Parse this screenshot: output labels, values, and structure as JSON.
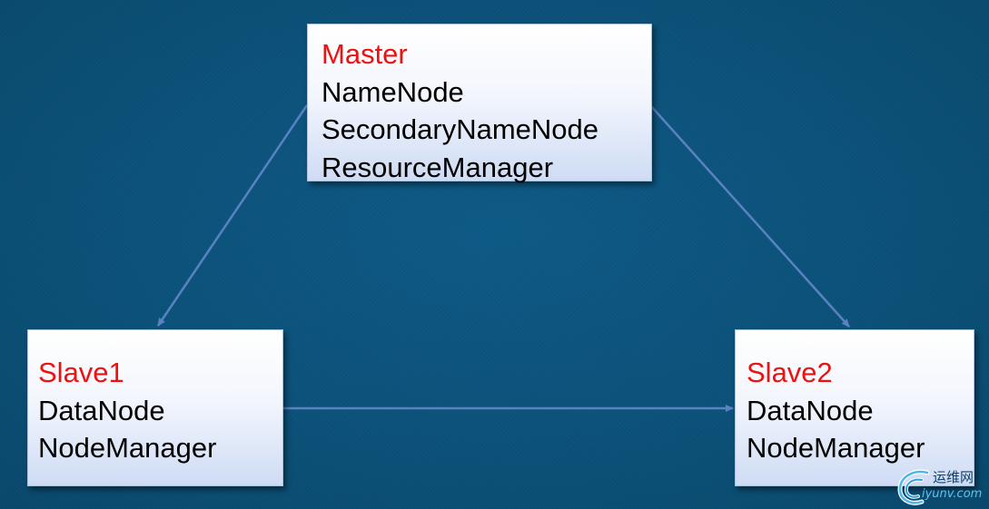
{
  "diagram": {
    "nodes": [
      {
        "id": "master",
        "title": "Master",
        "lines": [
          "NameNode",
          "SecondaryNameNode",
          "ResourceManager"
        ]
      },
      {
        "id": "slave1",
        "title": "Slave1",
        "lines": [
          "DataNode",
          "NodeManager"
        ]
      },
      {
        "id": "slave2",
        "title": "Slave2",
        "lines": [
          "DataNode",
          "NodeManager"
        ]
      }
    ],
    "edges": [
      {
        "from": "master",
        "to": "slave1"
      },
      {
        "from": "master",
        "to": "slave2"
      },
      {
        "from": "slave1",
        "to": "slave2"
      }
    ]
  },
  "watermark": {
    "brand_cn": "运维网",
    "site": "iyunv.com",
    "icon": "swirl-logo-icon"
  },
  "colors": {
    "background": "#0b5179",
    "node_title": "#ee1111",
    "node_text": "#000000",
    "arrow": "#5a82c2"
  }
}
